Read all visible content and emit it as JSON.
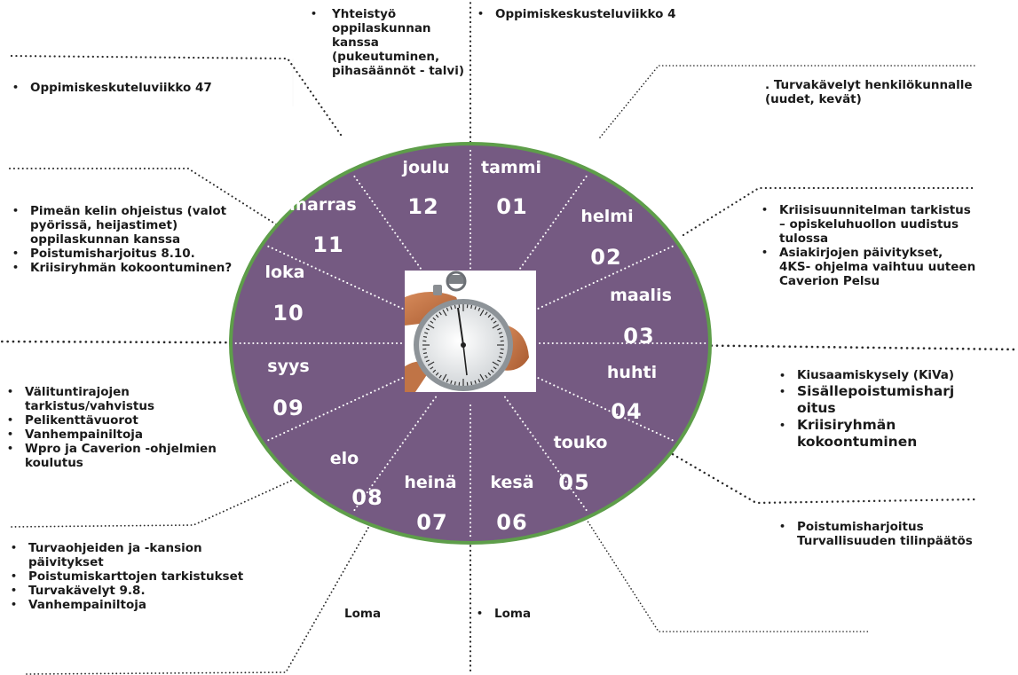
{
  "colors": {
    "circle_fill": "#755a82",
    "circle_border": "#5e9e4a",
    "label_text": "#ffffff",
    "note_text": "#1a1a1a",
    "dots": "#2a2a2a"
  },
  "months": [
    {
      "name": "joulu",
      "number": "12"
    },
    {
      "name": "tammi",
      "number": "01"
    },
    {
      "name": "helmi",
      "number": "02"
    },
    {
      "name": "maalis",
      "number": "03"
    },
    {
      "name": "huhti",
      "number": "04"
    },
    {
      "name": "touko",
      "number": "05"
    },
    {
      "name": "kesä",
      "number": "06"
    },
    {
      "name": "heinä",
      "number": "07"
    },
    {
      "name": "elo",
      "number": "08"
    },
    {
      "name": "syys",
      "number": "09"
    },
    {
      "name": "loka",
      "number": "10"
    },
    {
      "name": "marras",
      "number": "11"
    }
  ],
  "center_icon": "stopwatch-icon",
  "notes": {
    "december": [
      "Yhteistyö oppilaskunnan kanssa (pukeutuminen, pihasäännöt - talvi)"
    ],
    "january": [
      "Oppimiskeskusteluviikko 4"
    ],
    "february": [
      ". Turvakävelyt henkilökunnalle (uudet, kevät)"
    ],
    "march": [
      "Kriisisuunnitelman tarkistus – opiskeluhuollon uudistus tulossa",
      "Asiakirjojen päivitykset, 4KS- ohjelma vaihtuu uuteen Caverion Pelsu"
    ],
    "april": [
      "Kiusaamiskysely (KiVa)",
      "Sisällepoistumisharjoitus",
      "Kriisiryhmän kokoontuminen"
    ],
    "may": [
      "Poistumisharjoitus",
      "Turvallisuuden tilinpäätös"
    ],
    "june": [
      "Loma"
    ],
    "july": [
      "Loma"
    ],
    "august": [
      "Turvaohjeiden ja -kansion päivitykset",
      "Poistumiskarttojen tarkistukset",
      "Turvakävelyt 9.8.",
      "Vanhempainiltoja"
    ],
    "september": [
      "Välituntirajojen tarkistus/vahvistus",
      "Pelikenttävuorot",
      "Vanhempainiltoja",
      "Wpro ja Caverion -ohjelmien koulutus"
    ],
    "october": [
      "Pimeän kelin ohjeistus (valot pyörissä, heijastimet) oppilaskunnan kanssa",
      "Poistumisharjoitus 8.10.",
      "Kriisiryhmän kokoontuminen?"
    ],
    "november": [
      "Oppimiskeskuteluviikko 47"
    ]
  }
}
